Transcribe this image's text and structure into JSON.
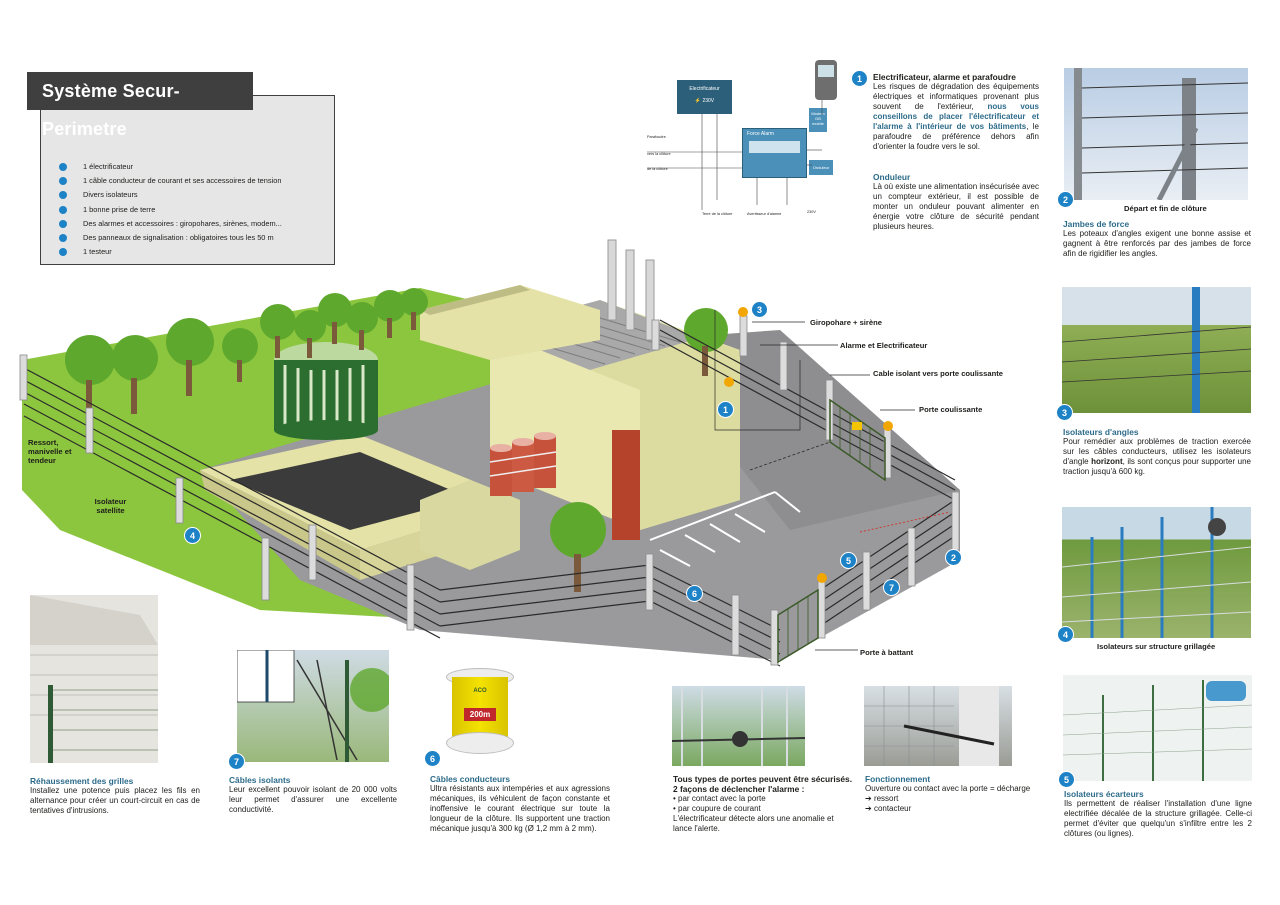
{
  "title": "Système Secur-Perimetre",
  "components": [
    "1 électrificateur",
    "1 câble conducteur de courant et ses accessoires de tension",
    "Divers isolateurs",
    "1 bonne prise de terre",
    "Des alarmes et accessoires : giropohares, sirènes, modem...",
    "Des panneaux de signalisation : obligatoires tous les 50 m",
    "1 testeur"
  ],
  "wiring": {
    "electrificateur": "Electrificateur",
    "voltage_top": "⚡ 230V",
    "parafoudre": "Parafoudre",
    "vers_cloture": "vers la clôture",
    "de_cloture": "de la clôture",
    "brand": "Force Alarm",
    "modem": "Modem GB mobile",
    "onduleur": "Onduleur",
    "terre": "Terre de la clôture",
    "avertisseur": "Avertisseur d'alarme",
    "voltage_bottom": "230V"
  },
  "callouts": {
    "giro": "Giropohare + sirène",
    "alarme": "Alarme et Electrificateur",
    "cable_isolant": "Cable isolant vers porte coulissante",
    "porte_coulissante": "Porte coulissante",
    "ressort": "Ressort, manivelle et tendeur",
    "isolateur_sat": "Isolateur satellite",
    "porte_battant": "Porte à battant"
  },
  "numbers": {
    "n1": "1",
    "n2": "2",
    "n3": "3",
    "n4": "4",
    "n5": "5",
    "n6": "6",
    "n7": "7"
  },
  "sec1": {
    "heading": "Electrificateur, alarme et parafoudre",
    "text_a": "Les risques de dégradation des équipements électriques et informatiques provenant plus souvent de l'extérieur, ",
    "text_b": "nous vous conseillons de placer l'électrificateur et l'alarme à l'intérieur de vos bâtiments",
    "text_c": ", le parafoudre de préférence dehors afin d'orienter la foudre vers le sol.",
    "onduleur_heading": "Onduleur",
    "onduleur_text": "Là où existe une alimentation insécurisée avec un compteur extérieur, il est possible de monter un onduleur pouvant alimenter en énergie votre clôture de sécurité pendant plusieurs heures."
  },
  "sec2": {
    "caption": "Départ et fin de clôture",
    "heading": "Jambes de force",
    "text": "Les poteaux d'angles exigent une bonne assise et gagnent à être renforcés par des jambes de force afin de rigidifier les angles."
  },
  "sec3": {
    "heading": "Isolateurs d'angles",
    "text_a": "Pour remédier aux problèmes de traction exercée sur les câbles conducteurs, utilisez les isolateurs d'angle ",
    "text_b": "horizont",
    "text_c": ", ils sont conçus pour supporter une traction jusqu'à 600 kg."
  },
  "sec4": {
    "caption": "Isolateurs sur structure grillagée"
  },
  "sec5": {
    "heading": "Isolateurs écarteurs",
    "text": "Ils permettent de réaliser l'installation d'une ligne electrifiée décalée de la structure grillagée. Celle-ci permet d'éviter que quelqu'un s'infiltre entre les 2 clôtures (ou lignes)."
  },
  "rehaussement": {
    "heading": "Réhaussement des grilles",
    "text": "Installez une potence puis placez les fils en alternance pour créer un court-circuit en cas de tentatives d'intrusions."
  },
  "cables_isolants": {
    "heading": "Câbles isolants",
    "text": "Leur excellent pouvoir isolant de 20 000 volts leur permet d'assurer une excellente conductivité."
  },
  "cables_conducteurs": {
    "heading": "Câbles conducteurs",
    "text": "Ultra résistants aux intempéries et aux agressions mécaniques, ils véhiculent de façon constante et inoffensive le courant électrique sur toute la longueur de la clôture. Ils supportent une traction mécanique jusqu'à 300 kg (Ø 1,2 mm à 2 mm).",
    "spool_brand": "ACO",
    "spool_length": "200m"
  },
  "portes": {
    "heading_a": "Tous types de portes peuvent être sécurisés.",
    "heading_b": "2 façons de déclencher l'alarme :",
    "bullet1": "par contact avec la porte",
    "bullet2": "par coupure de courant",
    "text": "L'électrificateur détecte alors une anomalie et lance l'alerte."
  },
  "fonctionnement": {
    "heading": "Fonctionnement",
    "text": "Ouverture ou contact avec la porte = décharge",
    "ressort": "ressort",
    "contacteur": "contacteur"
  },
  "colors": {
    "accent": "#1e82c6",
    "heading": "#2c6b8a",
    "grass": "#8cc63e",
    "title_bg": "#3f3f3f"
  }
}
